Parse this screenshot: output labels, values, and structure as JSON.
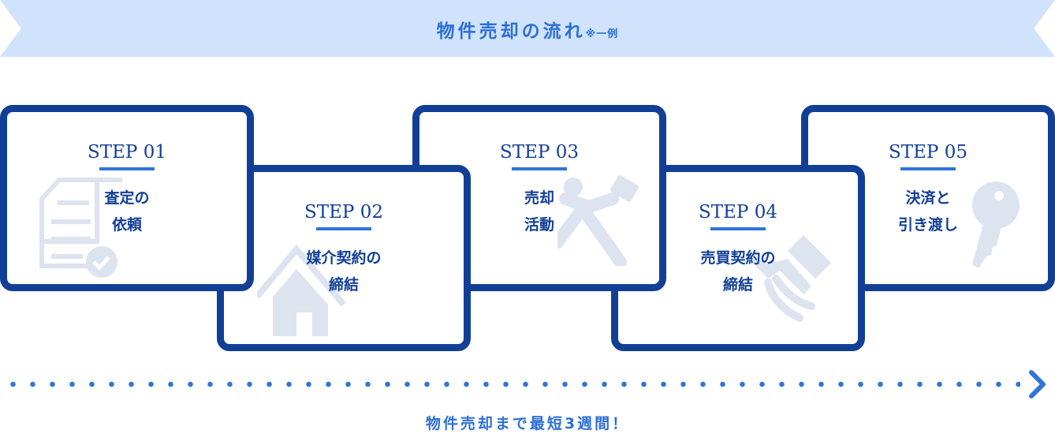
{
  "banner": {
    "title": "物件売却の流れ",
    "note": "※一例"
  },
  "steps": [
    {
      "label": "STEP 01",
      "line1": "査定の",
      "line2": "依頼",
      "icon": "document-check-icon"
    },
    {
      "label": "STEP 02",
      "line1": "媒介契約の",
      "line2": "締結",
      "icon": "house-icon"
    },
    {
      "label": "STEP 03",
      "line1": "売却",
      "line2": "活動",
      "icon": "running-businessman-icon"
    },
    {
      "label": "STEP 04",
      "line1": "売買契約の",
      "line2": "締結",
      "icon": "handshake-icon"
    },
    {
      "label": "STEP 05",
      "line1": "決済と",
      "line2": "引き渡し",
      "icon": "key-icon"
    }
  ],
  "footer": {
    "text": "物件売却まで最短3週間！"
  },
  "colors": {
    "navy": "#123f96",
    "accent": "#2f74d9",
    "banner": "#d1e2fc",
    "icon": "#dde3ef"
  }
}
